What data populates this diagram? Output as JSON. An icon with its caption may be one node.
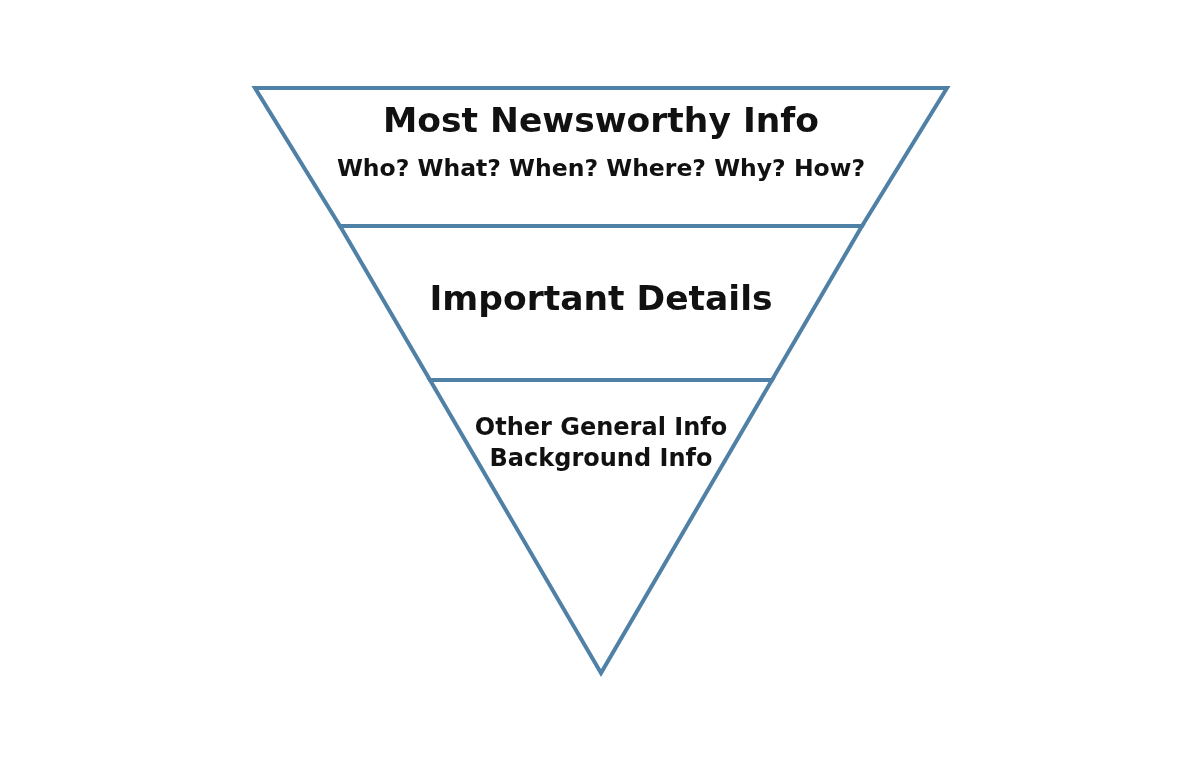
{
  "diagram": {
    "nodes": [
      {
        "text": [
          "Most Newsworthy Info",
          "Who? What? When? Where? Why? How?"
        ]
      },
      {
        "text": [
          "Important Details"
        ]
      },
      {
        "text": [
          "Other General Info Background Info"
        ]
      }
    ]
  }
}
